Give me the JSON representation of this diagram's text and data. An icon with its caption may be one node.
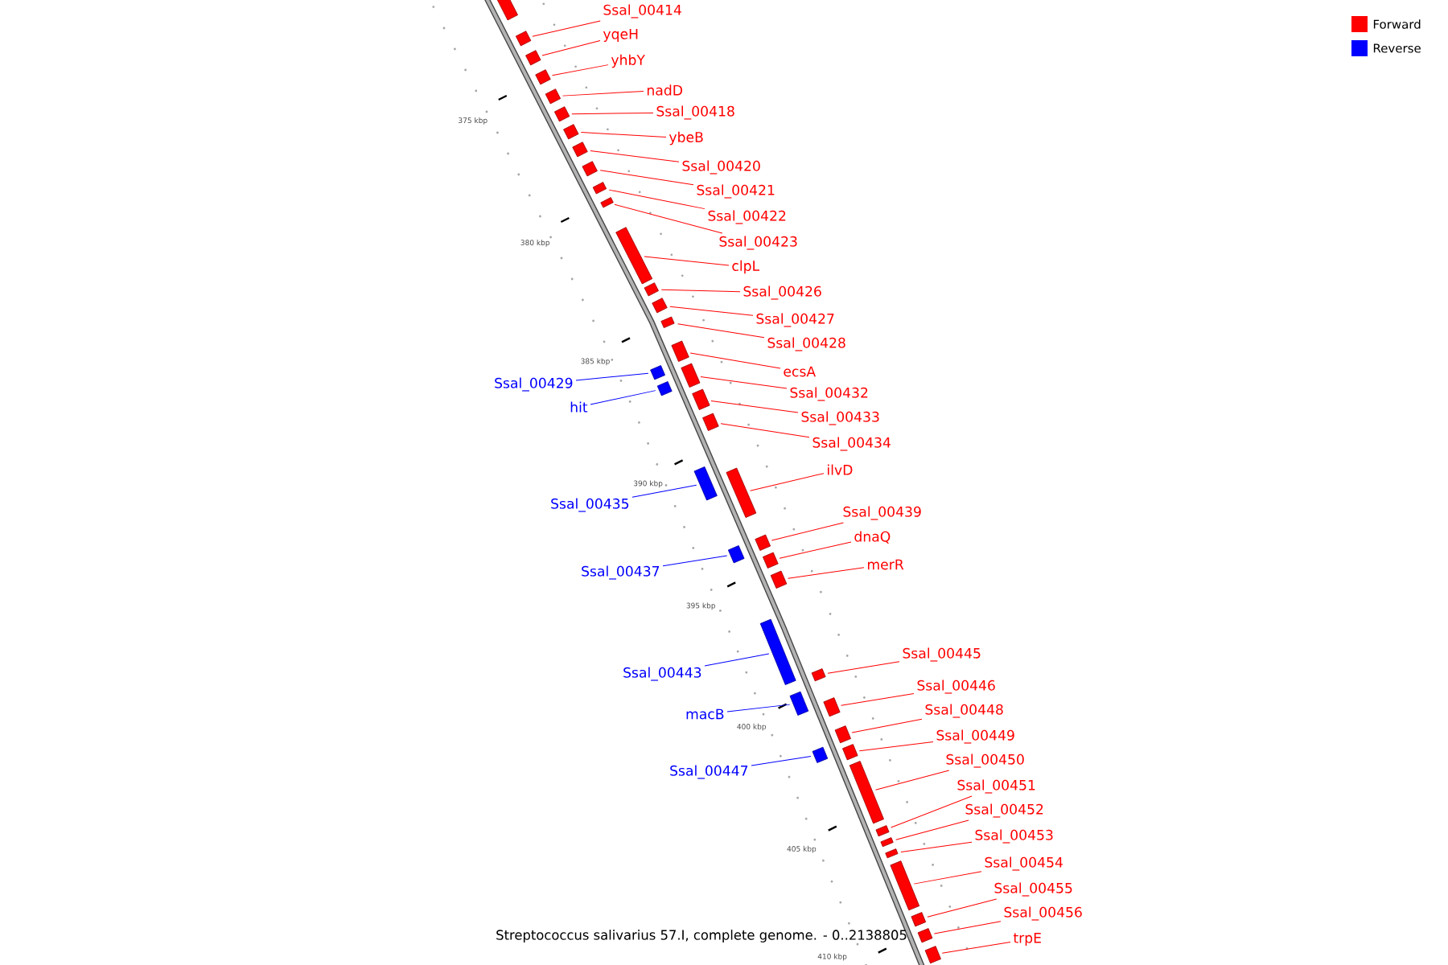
{
  "diagram": {
    "caption": "Streptococcus salivarius 57.I, complete genome. - 0..2138805",
    "nodes": [
      {
        "text": [],
        "shape": "box"
      },
      {
        "text": [
          "Ssal_00414"
        ]
      },
      {
        "text": [],
        "shape": "box"
      },
      {
        "text": [
          "yqeH"
        ]
      },
      {
        "text": [],
        "shape": "box"
      },
      {
        "text": [
          "yhbY"
        ]
      },
      {
        "text": [],
        "shape": "box"
      },
      {
        "text": [
          "nadD"
        ]
      },
      {
        "text": [],
        "shape": "box"
      },
      {
        "text": [
          "Ssal_00418"
        ]
      },
      {
        "text": [],
        "shape": "box"
      },
      {
        "text": [
          "ybeB"
        ]
      },
      {
        "text": [],
        "shape": "box"
      },
      {
        "text": [
          "Ssal_00420"
        ]
      },
      {
        "text": [],
        "shape": "box"
      },
      {
        "text": [
          "Ssal_00421"
        ]
      },
      {
        "text": [],
        "shape": "box"
      },
      {
        "text": [
          "Ssal_00422"
        ]
      },
      {
        "text": [],
        "shape": "box"
      },
      {
        "text": [
          "Ssal_00423"
        ]
      },
      {
        "text": [],
        "shape": "box"
      },
      {
        "text": [
          "clpL"
        ]
      },
      {
        "text": [],
        "shape": "box"
      },
      {
        "text": [
          "Ssal_00426"
        ]
      },
      {
        "text": [],
        "shape": "box"
      },
      {
        "text": [
          "Ssal_00427"
        ]
      },
      {
        "text": [],
        "shape": "box"
      },
      {
        "text": [
          "Ssal_00428"
        ]
      },
      {
        "text": [],
        "shape": "box"
      },
      {
        "text": [
          "ecsA"
        ]
      },
      {
        "text": [],
        "shape": "box"
      },
      {
        "text": [
          "Ssal_00429"
        ]
      },
      {
        "text": [],
        "shape": "box"
      },
      {
        "text": [
          "Ssal_00432"
        ]
      },
      {
        "text": [],
        "shape": "box"
      },
      {
        "text": [
          "hit"
        ]
      },
      {
        "text": [],
        "shape": "box"
      },
      {
        "text": [
          "Ssal_00433"
        ]
      },
      {
        "text": [],
        "shape": "box"
      },
      {
        "text": [
          "Ssal_00434"
        ]
      },
      {
        "text": [],
        "shape": "box"
      },
      {
        "text": [
          "ilvD"
        ]
      },
      {
        "text": [],
        "shape": "box"
      },
      {
        "text": [
          "Ssal_00435"
        ]
      },
      {
        "text": [],
        "shape": "box"
      },
      {
        "text": [
          "Ssal_00439"
        ]
      },
      {
        "text": [],
        "shape": "box"
      },
      {
        "text": [
          "dnaQ"
        ]
      },
      {
        "text": [],
        "shape": "box"
      },
      {
        "text": [
          "merR"
        ]
      },
      {
        "text": [],
        "shape": "box"
      },
      {
        "text": [
          "Ssal_00437"
        ]
      },
      {
        "text": [],
        "shape": "box"
      },
      {
        "text": [
          "Ssal_00445"
        ]
      },
      {
        "text": [],
        "shape": "box"
      },
      {
        "text": [
          "Ssal_00443"
        ]
      },
      {
        "text": [],
        "shape": "box"
      },
      {
        "text": [
          "Ssal_00446"
        ]
      },
      {
        "text": [],
        "shape": "box"
      },
      {
        "text": [
          "Ssal_00448"
        ]
      },
      {
        "text": [],
        "shape": "box"
      },
      {
        "text": [
          "macB"
        ]
      },
      {
        "text": [],
        "shape": "box"
      },
      {
        "text": [
          "Ssal_00449"
        ]
      },
      {
        "text": [],
        "shape": "box"
      },
      {
        "text": [
          "Ssal_00450"
        ]
      },
      {
        "text": [],
        "shape": "box"
      },
      {
        "text": [
          "Ssal_00447"
        ]
      },
      {
        "text": [],
        "shape": "box"
      },
      {
        "text": [
          "Ssal_00451"
        ]
      },
      {
        "text": [],
        "shape": "box"
      },
      {
        "text": [
          "Ssal_00452"
        ]
      },
      {
        "text": [],
        "shape": "box"
      },
      {
        "text": [
          "Ssal_00453"
        ]
      },
      {
        "text": [],
        "shape": "box"
      },
      {
        "text": [
          "Ssal_00454"
        ]
      },
      {
        "text": [],
        "shape": "box"
      },
      {
        "text": [
          "Ssal_00455"
        ]
      },
      {
        "text": [],
        "shape": "box"
      },
      {
        "text": [
          "Ssal_00456"
        ]
      },
      {
        "text": [],
        "shape": "box"
      },
      {
        "text": [
          "trpE"
        ]
      },
      {
        "text": [],
        "shape": "box"
      }
    ],
    "edges": [
      {
        "from": 1,
        "to": 2,
        "arrow": "none"
      },
      {
        "from": 3,
        "to": 4,
        "arrow": "none"
      },
      {
        "from": 5,
        "to": 6,
        "arrow": "none"
      },
      {
        "from": 7,
        "to": 8,
        "arrow": "none"
      },
      {
        "from": 9,
        "to": 10,
        "arrow": "none"
      },
      {
        "from": 11,
        "to": 12,
        "arrow": "none"
      },
      {
        "from": 13,
        "to": 14,
        "arrow": "none"
      },
      {
        "from": 15,
        "to": 16,
        "arrow": "none"
      },
      {
        "from": 17,
        "to": 18,
        "arrow": "none"
      },
      {
        "from": 19,
        "to": 20,
        "arrow": "none"
      },
      {
        "from": 21,
        "to": 22,
        "arrow": "none"
      },
      {
        "from": 23,
        "to": 24,
        "arrow": "none"
      },
      {
        "from": 25,
        "to": 26,
        "arrow": "none"
      },
      {
        "from": 27,
        "to": 28,
        "arrow": "none"
      },
      {
        "from": 29,
        "to": 30,
        "arrow": "none"
      },
      {
        "from": 31,
        "to": 32,
        "arrow": "none",
        "color": "#0000ff"
      },
      {
        "from": 33,
        "to": 34,
        "arrow": "none"
      },
      {
        "from": 35,
        "to": 36,
        "arrow": "none",
        "color": "#0000ff"
      },
      {
        "from": 37,
        "to": 38,
        "arrow": "none"
      },
      {
        "from": 39,
        "to": 40,
        "arrow": "none"
      },
      {
        "from": 41,
        "to": 42,
        "arrow": "none"
      },
      {
        "from": 43,
        "to": 44,
        "arrow": "none",
        "color": "#0000ff"
      },
      {
        "from": 45,
        "to": 46,
        "arrow": "none"
      },
      {
        "from": 47,
        "to": 48,
        "arrow": "none"
      },
      {
        "from": 49,
        "to": 50,
        "arrow": "none"
      },
      {
        "from": 51,
        "to": 52,
        "arrow": "none",
        "color": "#0000ff"
      },
      {
        "from": 53,
        "to": 54,
        "arrow": "none"
      },
      {
        "from": 55,
        "to": 56,
        "arrow": "none",
        "color": "#0000ff"
      },
      {
        "from": 57,
        "to": 58,
        "arrow": "none"
      },
      {
        "from": 59,
        "to": 60,
        "arrow": "none"
      },
      {
        "from": 61,
        "to": 62,
        "arrow": "none",
        "color": "#0000ff"
      },
      {
        "from": 63,
        "to": 64,
        "arrow": "none"
      },
      {
        "from": 65,
        "to": 66,
        "arrow": "none"
      },
      {
        "from": 67,
        "to": 68,
        "arrow": "none",
        "color": "#0000ff"
      },
      {
        "from": 69,
        "to": 70,
        "arrow": "none"
      },
      {
        "from": 71,
        "to": 72,
        "arrow": "none"
      },
      {
        "from": 73,
        "to": 74,
        "arrow": "none"
      },
      {
        "from": 75,
        "to": 76,
        "arrow": "none"
      },
      {
        "from": 77,
        "to": 78,
        "arrow": "none"
      },
      {
        "from": 79,
        "to": 80,
        "arrow": "none"
      },
      {
        "from": 81,
        "to": 82,
        "arrow": "none"
      }
    ],
    "labels": [
      "375 kbp",
      "380 kbp",
      "385 kbp",
      "390 kbp",
      "395 kbp",
      "400 kbp",
      "405 kbp",
      "410 kbp"
    ],
    "legend": [
      {
        "text": "Forward",
        "color": "#ff0000"
      },
      {
        "text": "Reverse",
        "color": "#0000ff"
      }
    ]
  }
}
